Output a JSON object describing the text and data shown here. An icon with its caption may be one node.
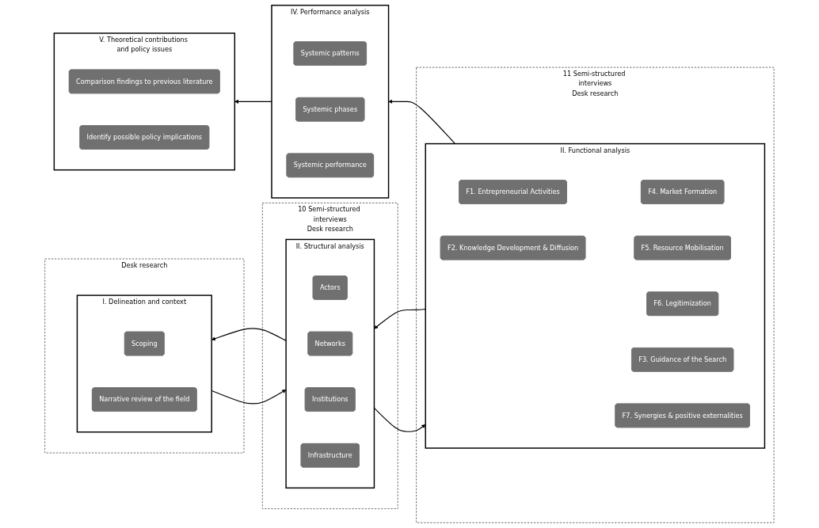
{
  "diagram": {
    "nodes": [
      {
        "text": [
          "Desk research"
        ]
      },
      {
        "text": [
          "I. Delineation and context"
        ],
        "in": 0
      },
      {
        "text": [
          "Scoping"
        ],
        "in": 1
      },
      {
        "text": [
          "Narrative review of the field"
        ],
        "in": 1
      },
      {
        "text": [
          "10 Semi-structured interviews",
          "Desk research"
        ]
      },
      {
        "text": [
          "II. Structural analysis"
        ],
        "in": 4
      },
      {
        "text": [
          "Actors"
        ],
        "in": 5
      },
      {
        "text": [
          "Networks"
        ],
        "in": 5
      },
      {
        "text": [
          "Institutions"
        ],
        "in": 5
      },
      {
        "text": [
          "Infrastructure"
        ],
        "in": 5
      },
      {
        "text": [
          "11 Semi-structured interviews",
          "Desk research"
        ]
      },
      {
        "text": [
          "II. Functional analysis"
        ],
        "in": 10
      },
      {
        "text": [
          "F1. Entrepreneurial Activities"
        ],
        "in": 11
      },
      {
        "text": [
          "F4. Market Formation"
        ],
        "in": 11
      },
      {
        "text": [
          "F2. Knowledge Development & Diffusion"
        ],
        "in": 11
      },
      {
        "text": [
          "F5. Resource Mobilisation"
        ],
        "in": 11
      },
      {
        "text": [
          "F6. Legitimization"
        ],
        "in": 11
      },
      {
        "text": [
          "F3. Guidance of the Search"
        ],
        "in": 11
      },
      {
        "text": [
          "F7. Synergies & positive externalities"
        ],
        "in": 11
      },
      {
        "text": [
          "V. Theoretical contributions and policy issues"
        ]
      },
      {
        "text": [
          "Comparison findings to previous literature"
        ],
        "in": 19
      },
      {
        "text": [
          "Identify possible policy implications"
        ],
        "in": 19
      },
      {
        "text": [
          "IV. Performance analysis"
        ]
      },
      {
        "text": [
          "Systemic patterns"
        ],
        "in": 22
      },
      {
        "text": [
          "Systemic phases"
        ],
        "in": 22
      },
      {
        "text": [
          "Systemic performance"
        ],
        "in": 22
      }
    ],
    "edges": [
      {
        "from": 1,
        "to": 5,
        "arrow": "to"
      },
      {
        "from": 5,
        "to": 1,
        "arrow": "to"
      },
      {
        "from": 5,
        "to": 11,
        "arrow": "to"
      },
      {
        "from": 11,
        "to": 5,
        "arrow": "to"
      },
      {
        "from": 11,
        "to": 22,
        "arrow": "to"
      },
      {
        "from": 22,
        "to": 19,
        "arrow": "to"
      }
    ]
  }
}
